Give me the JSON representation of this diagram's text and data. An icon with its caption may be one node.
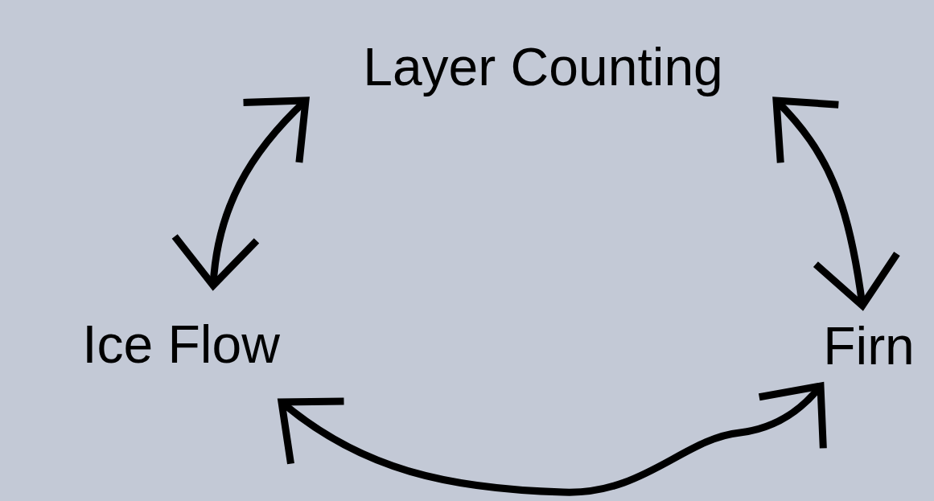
{
  "diagram": {
    "nodes": [
      {
        "text": [
          "Layer Counting"
        ]
      },
      {
        "text": [
          "Ice Flow"
        ]
      },
      {
        "text": [
          "Firn"
        ]
      }
    ],
    "edges": [
      {
        "from": 0,
        "to": 1,
        "arrow": "both"
      },
      {
        "from": 0,
        "to": 2,
        "arrow": "both"
      },
      {
        "from": 1,
        "to": 2,
        "arrow": "both"
      }
    ]
  }
}
